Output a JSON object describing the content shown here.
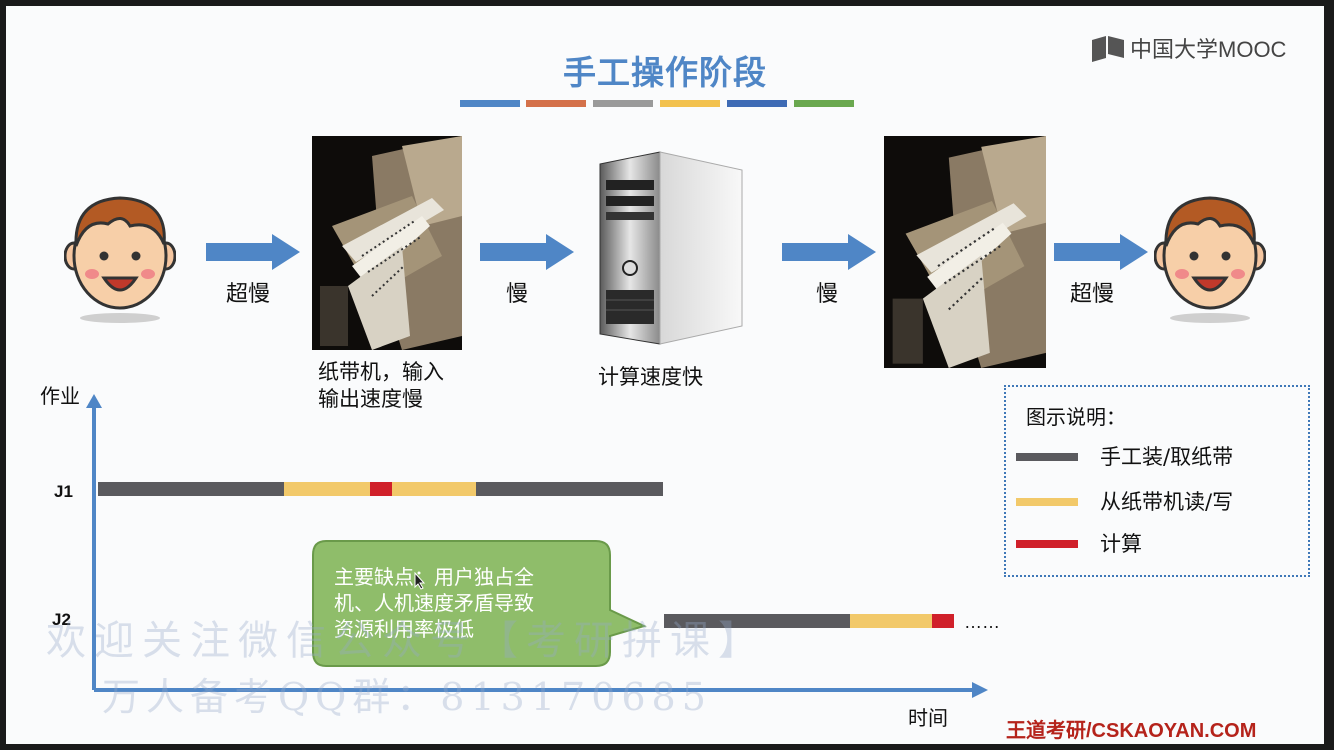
{
  "slide": {
    "title": "手工操作阶段",
    "stripe_colors": [
      "#4f86c6",
      "#d4714a",
      "#9a9a9a",
      "#f2c14e",
      "#3e6bb5",
      "#6aa84f"
    ],
    "logo_text": "中国大学MOOC",
    "footer": "王道考研/CSKAOYAN.COM"
  },
  "flow": {
    "arrow1_label": "超慢",
    "arrow2_label": "慢",
    "arrow3_label": "慢",
    "arrow4_label": "超慢",
    "tape_caption_line1": "纸带机，输入",
    "tape_caption_line2": "输出速度慢",
    "computer_caption": "计算速度快"
  },
  "timeline": {
    "y_axis_label": "作业",
    "x_axis_label": "时间",
    "job1_label": "J1",
    "job2_label": "J2",
    "ellipsis": "……"
  },
  "legend": {
    "title": "图示说明：",
    "items": [
      {
        "label": "手工装/取纸带",
        "color": "#5a5a5e"
      },
      {
        "label": "从纸带机读/写",
        "color": "#f2c96a"
      },
      {
        "label": "计算",
        "color": "#d0202a"
      }
    ]
  },
  "callout": {
    "text_line1": "主要缺点：用户独占全",
    "text_line2": "机、人机速度矛盾导致",
    "text_line3": "资源利用率极低",
    "fill": "#8fbd6a"
  },
  "watermark": {
    "line1": "欢迎关注微信公众号【考研拼课】",
    "line2": "万人备考QQ群：813170685"
  },
  "colors": {
    "arrow": "#4f86c6",
    "manual": "#5a5a5e",
    "readwrite": "#f2c96a",
    "compute": "#d0202a"
  }
}
